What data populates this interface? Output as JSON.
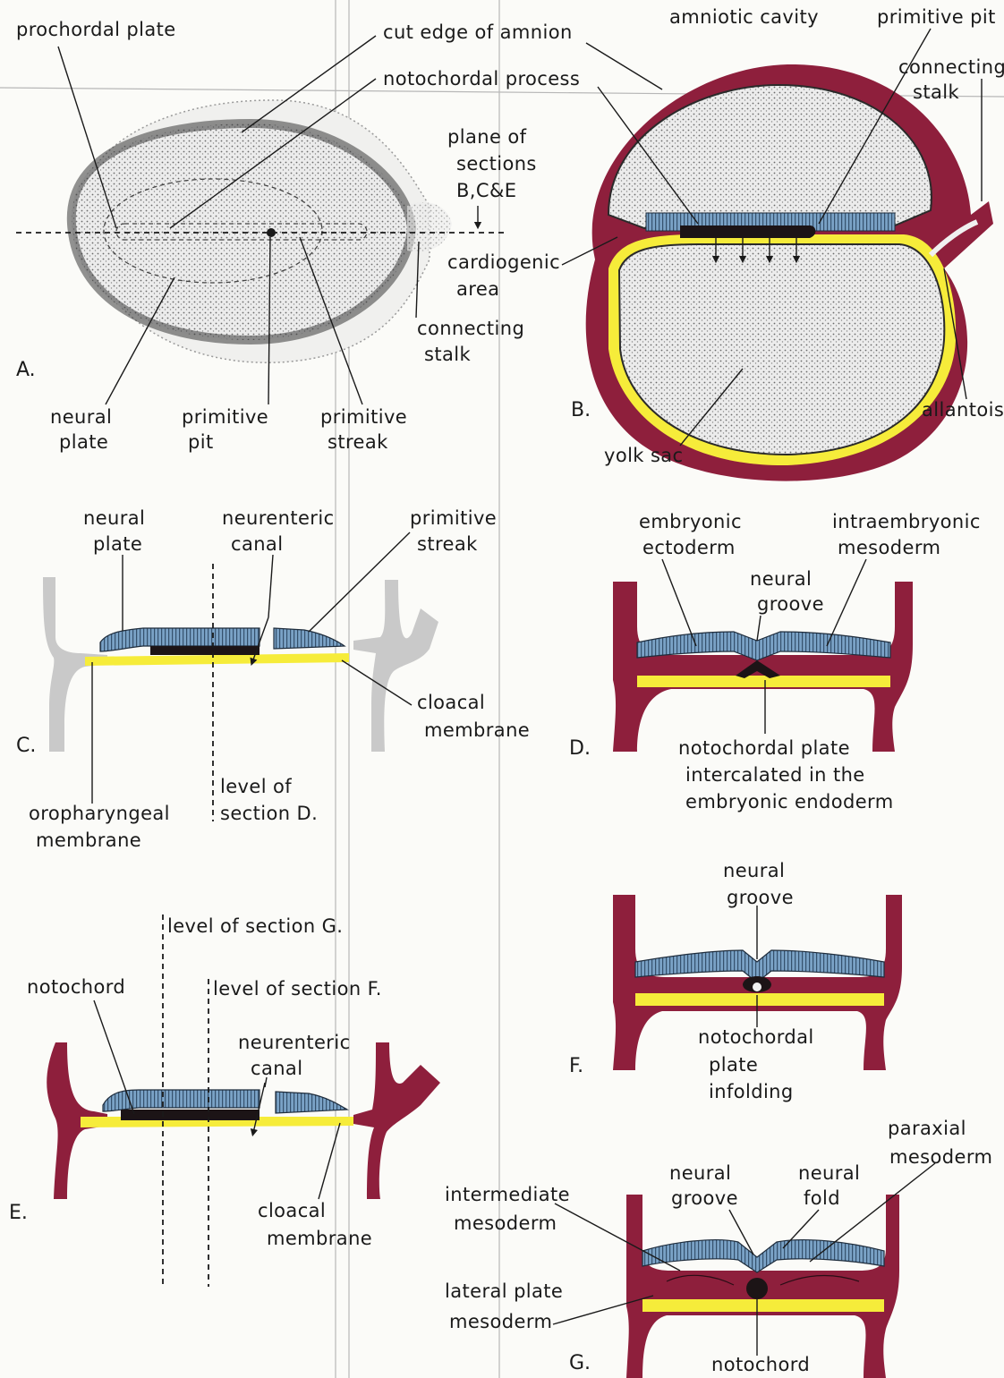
{
  "panels": {
    "a": "A.",
    "b": "B.",
    "c": "C.",
    "d": "D.",
    "e": "E.",
    "f": "F.",
    "g": "G."
  },
  "a": {
    "prochordal_plate": "prochordal plate",
    "cut_edge_1": "cut edge of amnion",
    "notochordal_process": "notochordal process",
    "plane_1": "plane of",
    "plane_2": "sections",
    "plane_3": "B,C&E",
    "connecting_1": "connecting",
    "connecting_2": "stalk",
    "neural_1": "neural",
    "neural_2": "plate",
    "pit_1": "primitive",
    "pit_2": "pit",
    "streak_1": "primitive",
    "streak_2": "streak"
  },
  "b": {
    "amniotic_cavity": "amniotic cavity",
    "primitive_pit": "primitive pit",
    "connecting_1": "connecting",
    "connecting_2": "stalk",
    "cardiogenic_1": "cardiogenic",
    "cardiogenic_2": "area",
    "allantois": "allantois",
    "yolk_sac": "yolk sac"
  },
  "c": {
    "neural_1": "neural",
    "neural_2": "plate",
    "neurenteric_1": "neurenteric",
    "neurenteric_2": "canal",
    "streak_1": "primitive",
    "streak_2": "streak",
    "cloacal_1": "cloacal",
    "cloacal_2": "membrane",
    "level_1": "level of",
    "level_2": "section D.",
    "oro_1": "oropharyngeal",
    "oro_2": "membrane"
  },
  "d": {
    "ecto_1": "embryonic",
    "ecto_2": "ectoderm",
    "meso_1": "intraembryonic",
    "meso_2": "mesoderm",
    "groove_1": "neural",
    "groove_2": "groove",
    "noto_1": "notochordal plate",
    "noto_2": "intercalated in the",
    "noto_3": "embryonic endoderm"
  },
  "e": {
    "level_g": "level of section G.",
    "level_f": "level of section F.",
    "notochord": "notochord",
    "neurenteric_1": "neurenteric",
    "neurenteric_2": "canal",
    "cloacal_1": "cloacal",
    "cloacal_2": "membrane"
  },
  "f": {
    "groove_1": "neural",
    "groove_2": "groove",
    "noto_1": "notochordal",
    "noto_2": "plate",
    "noto_3": "infolding"
  },
  "g": {
    "paraxial_1": "paraxial",
    "paraxial_2": "mesoderm",
    "groove_1": "neural",
    "groove_2": "groove",
    "fold_1": "neural",
    "fold_2": "fold",
    "intermediate_1": "intermediate",
    "intermediate_2": "mesoderm",
    "lateral_1": "lateral plate",
    "lateral_2": "mesoderm",
    "notochord": "notochord"
  },
  "colors": {
    "mesoderm": "#8e1f3c",
    "ectoderm": "#7aa2c6",
    "endoderm": "#f6ec3a",
    "notochord": "#1c1416"
  }
}
